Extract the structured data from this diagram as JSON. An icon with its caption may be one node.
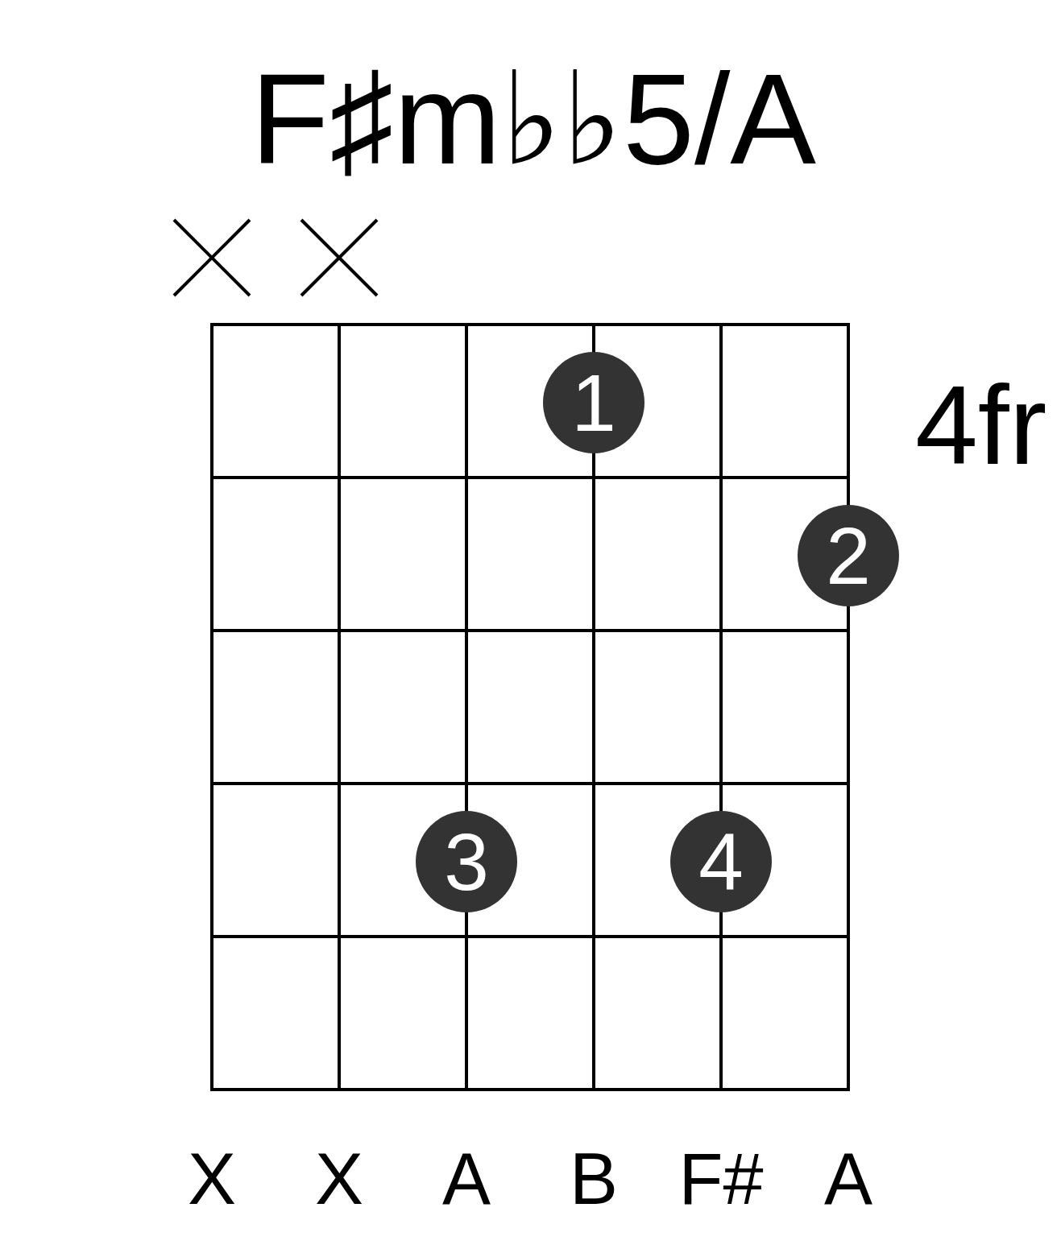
{
  "diagram": {
    "title": "F♯m♭♭5/A",
    "nodes": [
      {
        "text": [
          "1"
        ]
      },
      {
        "text": [
          "2"
        ]
      },
      {
        "text": [
          "3"
        ]
      },
      {
        "text": [
          "4"
        ]
      }
    ],
    "labels": [
      "4fr",
      "X",
      "X",
      "A",
      "B",
      "F#",
      "A"
    ]
  }
}
